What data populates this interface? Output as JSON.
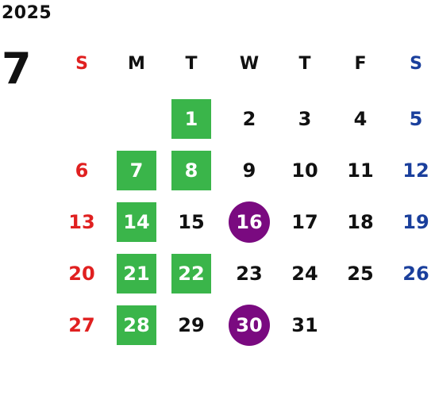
{
  "calendar": {
    "year": "2025",
    "month": "7",
    "colors": {
      "sunday": "#e02020",
      "saturday": "#1a3f9c",
      "weekday": "#111111",
      "green_highlight": "#3ab54a",
      "purple_highlight": "#7a0a80"
    },
    "weekdays": [
      "S",
      "M",
      "T",
      "W",
      "T",
      "F",
      "S"
    ],
    "weeks": [
      [
        {
          "label": ""
        },
        {
          "label": ""
        },
        {
          "label": "1",
          "highlight": "green"
        },
        {
          "label": "2"
        },
        {
          "label": "3"
        },
        {
          "label": "4"
        },
        {
          "label": "5"
        }
      ],
      [
        {
          "label": "6"
        },
        {
          "label": "7",
          "highlight": "green"
        },
        {
          "label": "8",
          "highlight": "green"
        },
        {
          "label": "9"
        },
        {
          "label": "10"
        },
        {
          "label": "11"
        },
        {
          "label": "12"
        }
      ],
      [
        {
          "label": "13"
        },
        {
          "label": "14",
          "highlight": "green"
        },
        {
          "label": "15"
        },
        {
          "label": "16",
          "highlight": "purple"
        },
        {
          "label": "17"
        },
        {
          "label": "18"
        },
        {
          "label": "19"
        }
      ],
      [
        {
          "label": "20"
        },
        {
          "label": "21",
          "highlight": "green"
        },
        {
          "label": "22",
          "highlight": "green"
        },
        {
          "label": "23"
        },
        {
          "label": "24"
        },
        {
          "label": "25"
        },
        {
          "label": "26"
        }
      ],
      [
        {
          "label": "27"
        },
        {
          "label": "28",
          "highlight": "green"
        },
        {
          "label": "29"
        },
        {
          "label": "30",
          "highlight": "purple"
        },
        {
          "label": "31"
        },
        {
          "label": ""
        },
        {
          "label": ""
        }
      ]
    ]
  }
}
